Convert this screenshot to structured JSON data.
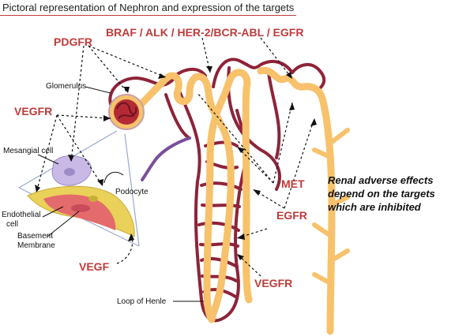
{
  "title": "Pictoral representation of Nephron and expression of the targets",
  "targets": {
    "top": "BRAF / ALK / HER-2/BCR-ABL / EGFR",
    "pdgfr": "PDGFR",
    "vegfr_left": "VEGFR",
    "vegf": "VEGF",
    "met": "MET",
    "egfr": "EGFR",
    "vegfr_bottom": "VEGFR"
  },
  "structures": {
    "glomerulus": "Glomerulus",
    "mesangial": "Mesangial cell",
    "podocyte": "Podocyte",
    "endothelial_1": "Endothelial",
    "endothelial_2": "cell",
    "basement_1": "Basement",
    "basement_2": "Membrane",
    "loop": "Loop of Henle"
  },
  "note": {
    "line1": "Renal adverse effects",
    "line2": "depend on the targets",
    "line3": "which are inhibited"
  },
  "colors": {
    "target_red": "#c23a3a",
    "tubule": "#f7c26b",
    "vessel": "#8e2339",
    "vessel_purple": "#7a4f9c",
    "cell_lilac": "#c9b9e6",
    "zoom_line": "#9aa8d0"
  }
}
